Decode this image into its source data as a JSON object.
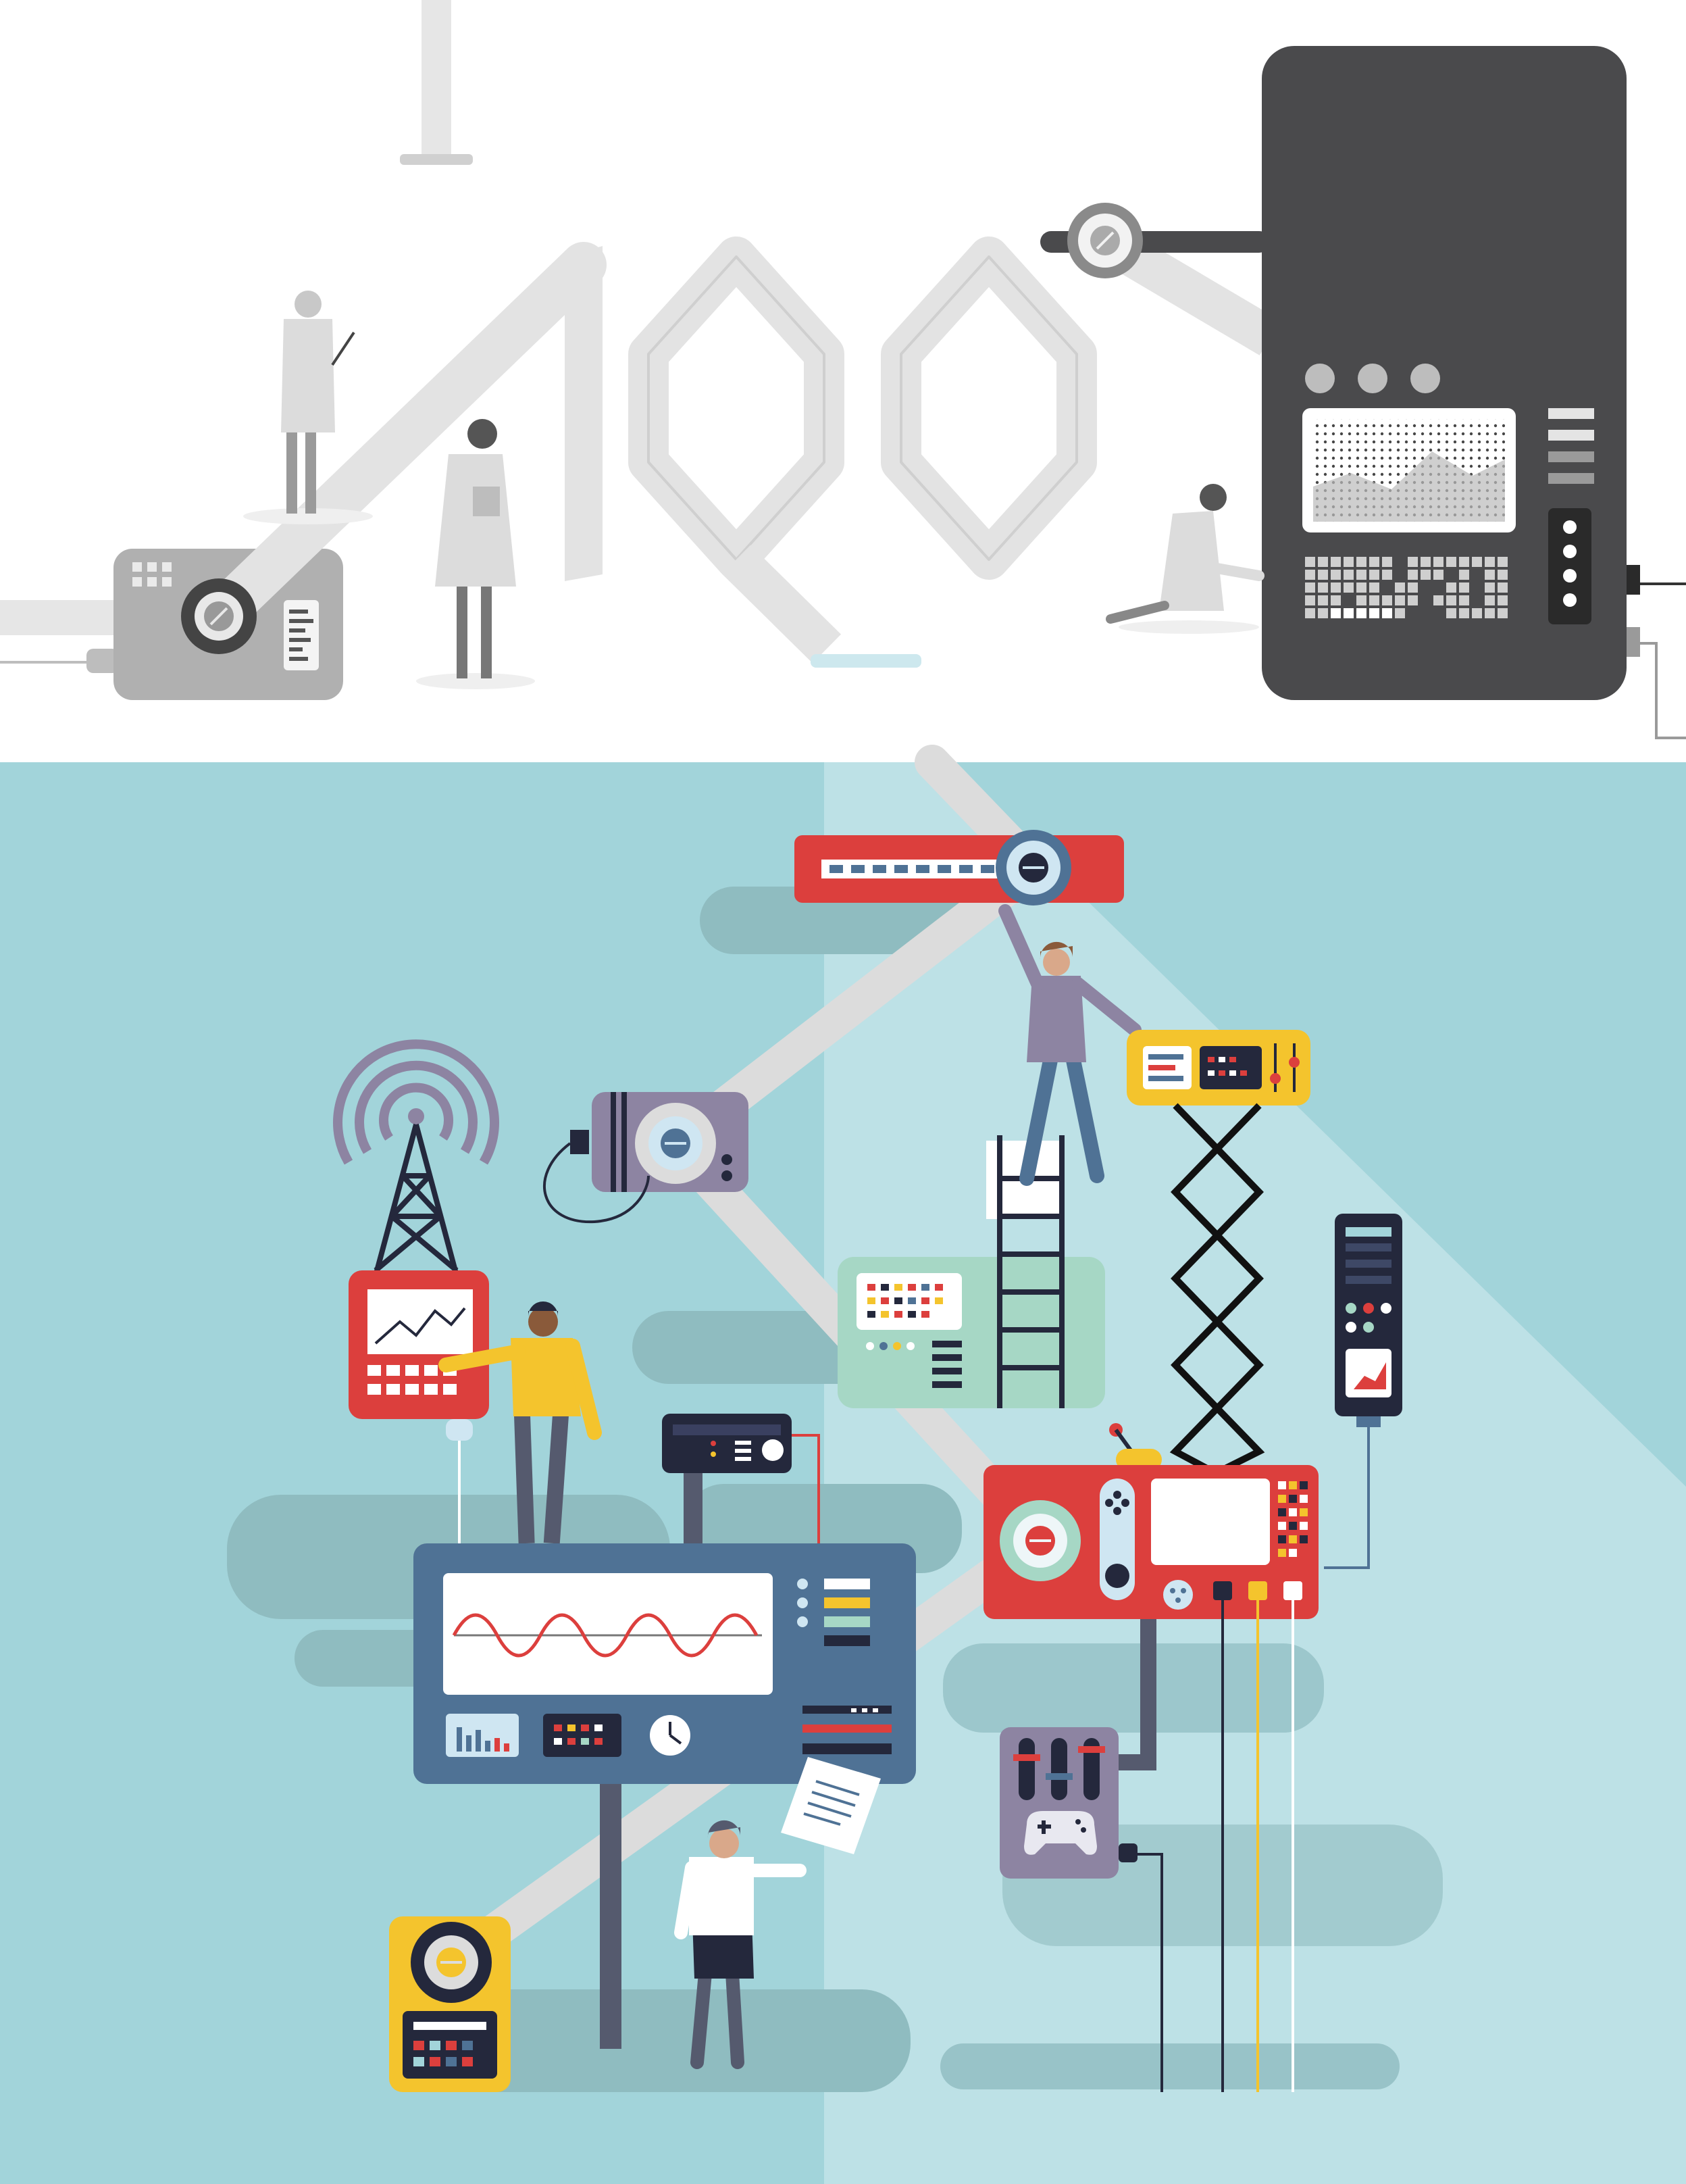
{
  "illustration": {
    "top_panel": {
      "background": "#ffffff",
      "pipe_color": "#e3e3e3",
      "machine_color": "#4a4a4c",
      "figures": [
        "scientist-with-pointer",
        "scientist-with-clipboard",
        "kneeling-scientist"
      ]
    },
    "bottom_panel": {
      "background": "#a2d4da",
      "light_beam": "#c4e4e8",
      "arm_color": "#dcdcdc",
      "accent_colors": {
        "red": "#dc3f3d",
        "yellow": "#f4c42d",
        "navy": "#24283c",
        "steel_blue": "#4f7295",
        "mint": "#a6d7c5",
        "lavender": "#8d84a2"
      },
      "figures": [
        "woman-reaching-up",
        "man-in-yellow-shirt",
        "woman-holding-document"
      ]
    }
  }
}
